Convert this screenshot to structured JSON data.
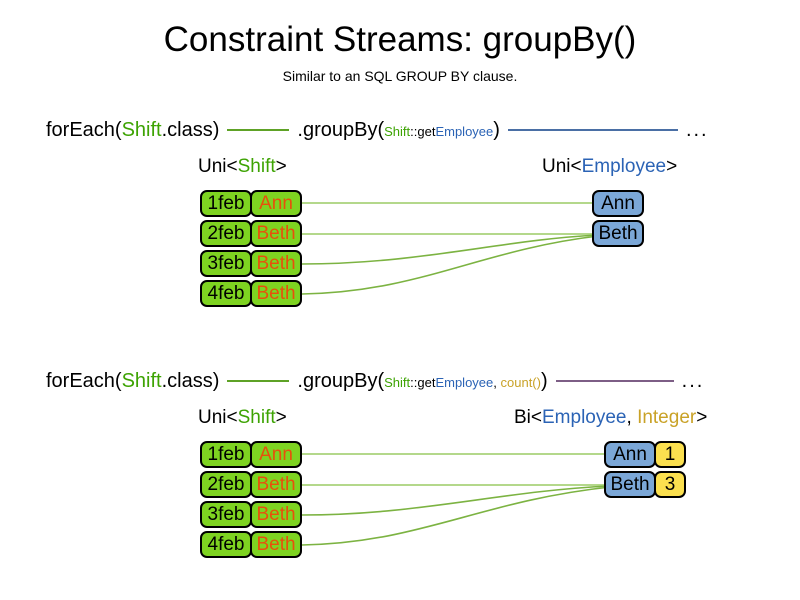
{
  "title": "Constraint Streams: groupBy()",
  "subtitle": "Similar to an SQL GROUP BY clause.",
  "colors": {
    "shift_green": "#7ed321",
    "employee_blue": "#7ba7d7",
    "count_yellow": "#fbe04f",
    "name_orange": "#e8500c",
    "token_shift": "#3da303",
    "token_employee": "#2b63b5",
    "token_integer": "#c9a227",
    "link_green": "#5ea226",
    "link_blue": "#4a6fa5",
    "link_purple": "#7d5e86"
  },
  "sections": [
    {
      "id": "section-groupby-simple",
      "pipeline": {
        "for_each": "forEach(",
        "for_each_type": "Shift",
        "for_each_suffix": ".class)",
        "group_by": ".groupBy(",
        "mapper_class": "Shift",
        "mapper_sep": "::get",
        "mapper_prop": "Employee",
        "group_by_close": ")",
        "ellipsis": "..."
      },
      "left_type": {
        "prefix": "Uni<",
        "generic": "Shift",
        "suffix": ">"
      },
      "right_type": {
        "prefix": "Uni<",
        "generic": "Employee",
        "suffix": ">"
      },
      "shifts": [
        {
          "date": "1feb",
          "name": "Ann"
        },
        {
          "date": "2feb",
          "name": "Beth"
        },
        {
          "date": "3feb",
          "name": "Beth"
        },
        {
          "date": "4feb",
          "name": "Beth"
        }
      ],
      "groups": [
        {
          "employee": "Ann",
          "count": null
        },
        {
          "employee": "Beth",
          "count": null
        }
      ]
    },
    {
      "id": "section-groupby-count",
      "pipeline": {
        "for_each": "forEach(",
        "for_each_type": "Shift",
        "for_each_suffix": ".class)",
        "group_by": ".groupBy(",
        "mapper_class": "Shift",
        "mapper_sep": "::get",
        "mapper_prop": "Employee",
        "mapper_comma": ", ",
        "collector": "count()",
        "group_by_close": ")",
        "ellipsis": "..."
      },
      "left_type": {
        "prefix": "Uni<",
        "generic": "Shift",
        "suffix": ">"
      },
      "right_type": {
        "prefix": "Bi<",
        "generic": "Employee",
        "generic2": "Integer",
        "comma": ", ",
        "suffix": ">"
      },
      "shifts": [
        {
          "date": "1feb",
          "name": "Ann"
        },
        {
          "date": "2feb",
          "name": "Beth"
        },
        {
          "date": "3feb",
          "name": "Beth"
        },
        {
          "date": "4feb",
          "name": "Beth"
        }
      ],
      "groups": [
        {
          "employee": "Ann",
          "count": "1"
        },
        {
          "employee": "Beth",
          "count": "3"
        }
      ]
    }
  ]
}
